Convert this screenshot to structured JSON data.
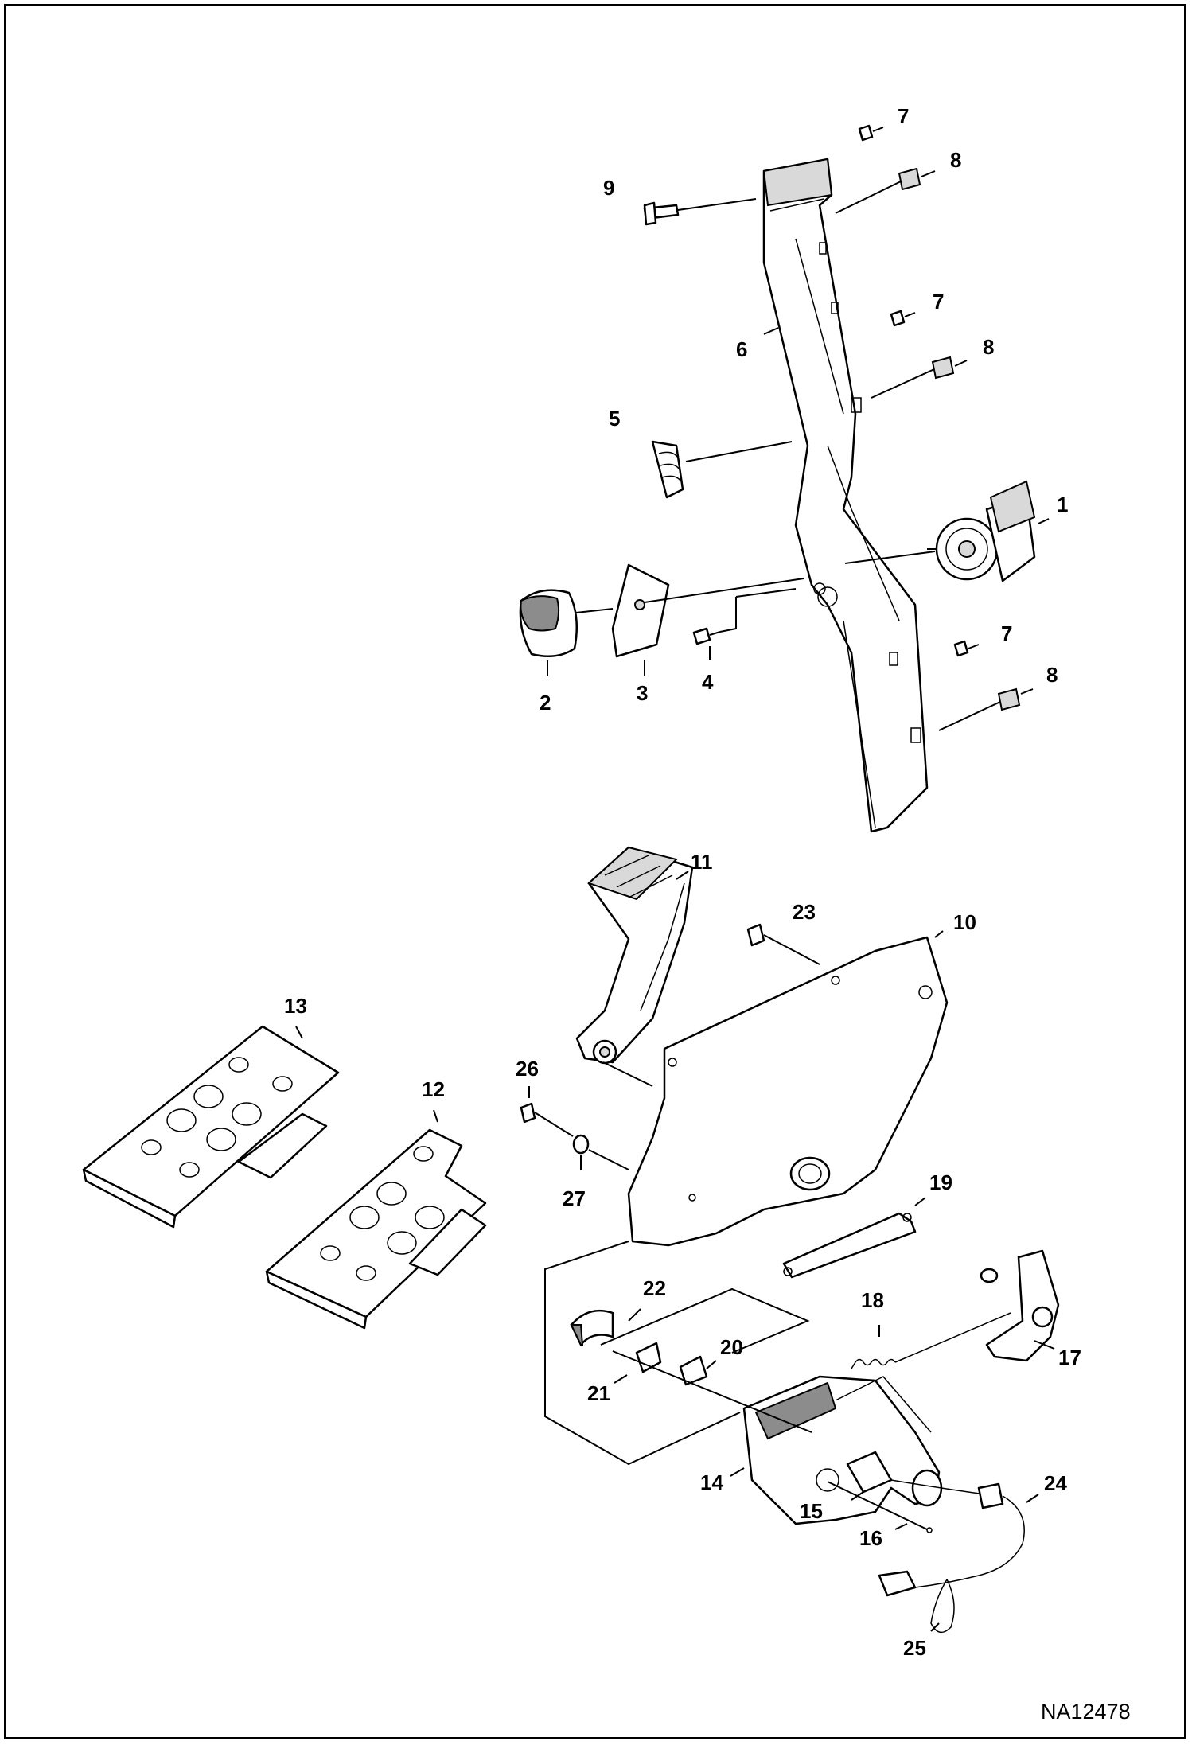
{
  "diagram": {
    "drawing_id": "NA12478",
    "callouts": [
      "1",
      "2",
      "3",
      "4",
      "5",
      "6",
      "7",
      "8",
      "9",
      "10",
      "11",
      "12",
      "13",
      "14",
      "15",
      "16",
      "17",
      "18",
      "19",
      "20",
      "21",
      "22",
      "23",
      "24",
      "25",
      "26",
      "27"
    ]
  }
}
